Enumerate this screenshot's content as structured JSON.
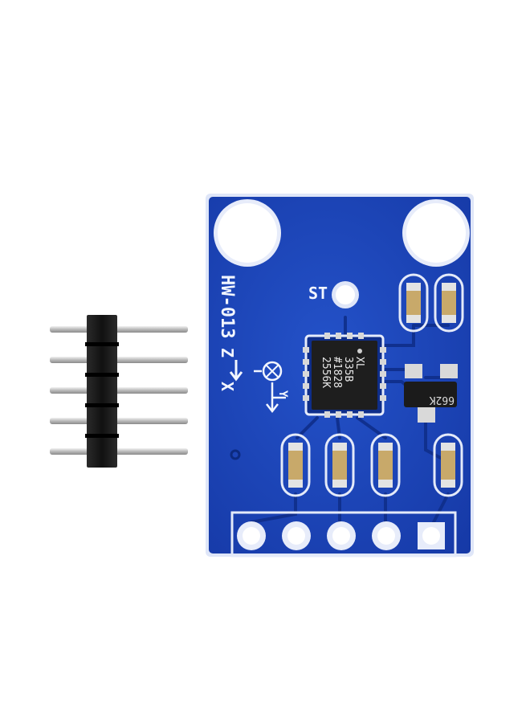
{
  "product": {
    "board_label": "HW-013",
    "self_test_label": "ST",
    "axis_labels": {
      "z": "Z",
      "x": "X",
      "y": "Y"
    },
    "chip_marking": [
      "XL",
      "335B",
      "#1828",
      "2556K"
    ],
    "regulator_marking": "662K"
  },
  "header_pins": {
    "count": 5
  },
  "board_pins": {
    "count": 5
  },
  "colors": {
    "pcb": "#1742b8",
    "pcb_edge": "#d7e0f7",
    "header_plastic": "#1b1b1b",
    "pin_metal": "#c9c9c9",
    "chip": "#1e1e1e",
    "gold_pad": "#c8a96a"
  }
}
